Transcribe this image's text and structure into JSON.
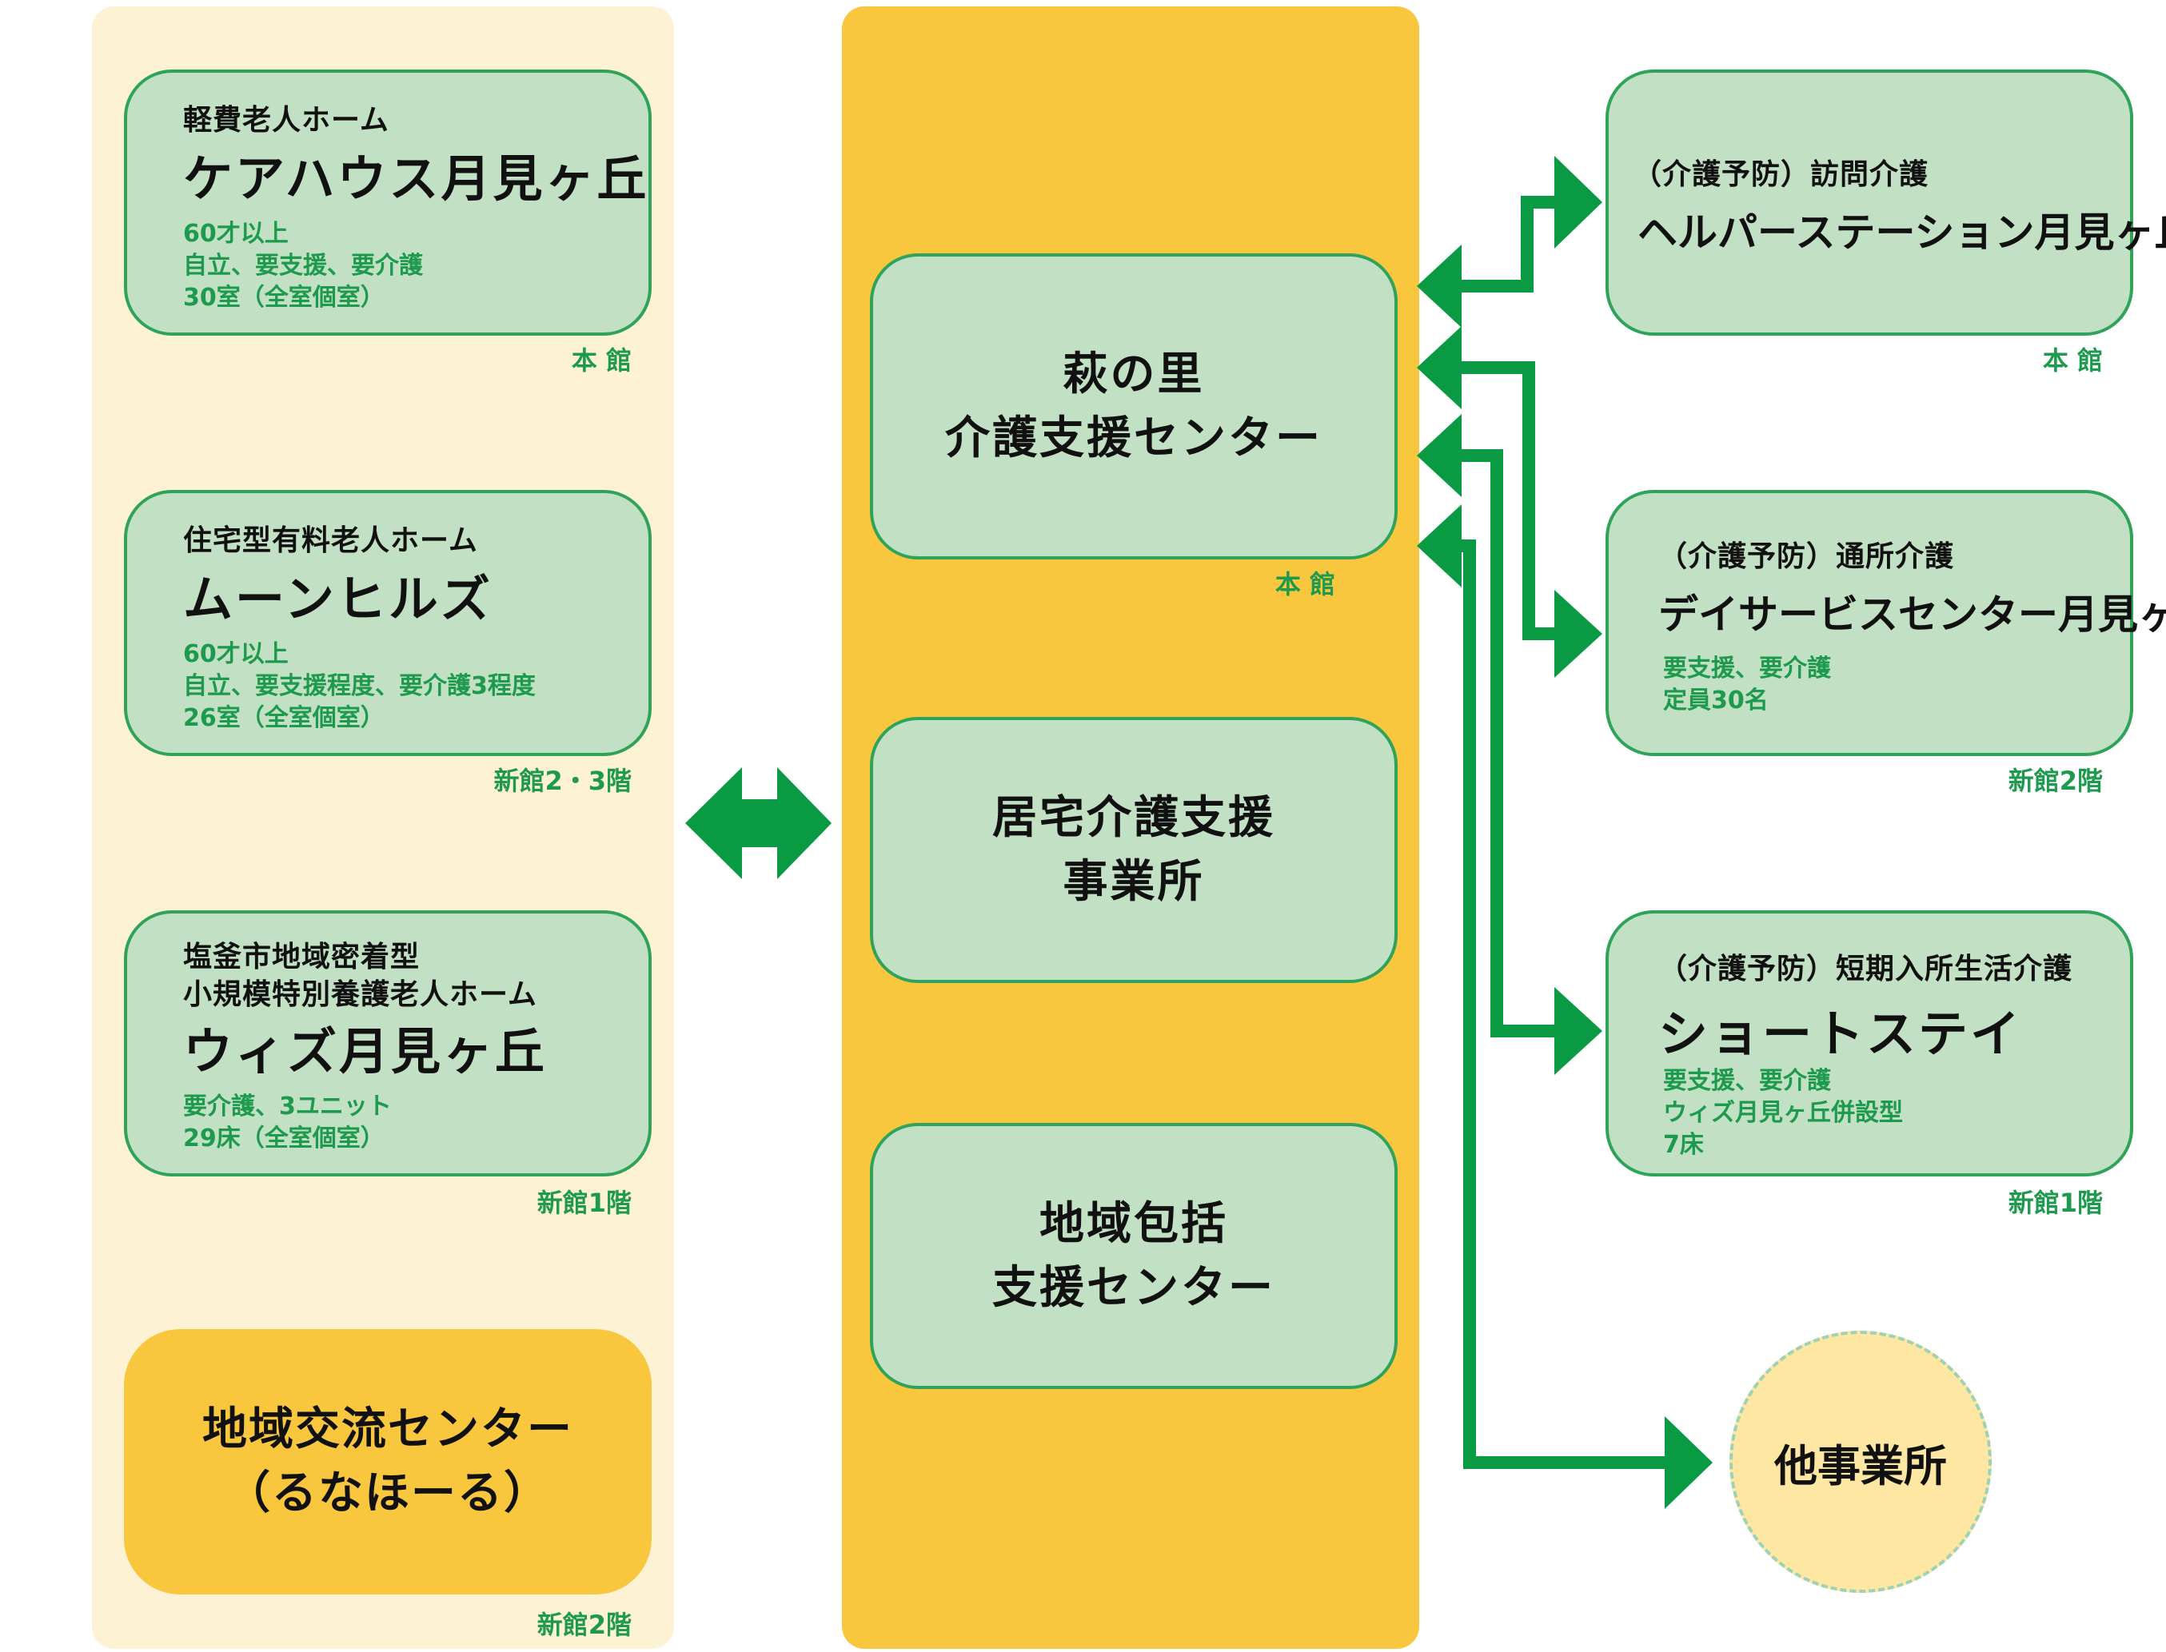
{
  "left_facilities": [
    {
      "subtitle_lines": [
        "軽費老人ホーム"
      ],
      "title": "ケアハウス月見ヶ丘",
      "details": [
        "60才以上",
        "自立、要支援、要介護",
        "30室（全室個室）"
      ],
      "floor": "本 館"
    },
    {
      "subtitle_lines": [
        "住宅型有料老人ホーム"
      ],
      "title": "ムーンヒルズ",
      "details": [
        "60才以上",
        "自立、要支援程度、要介護3程度",
        "26室（全室個室）"
      ],
      "floor": "新館2・3階"
    },
    {
      "subtitle_lines": [
        "塩釜市地域密着型",
        "小規模特別養護老人ホーム"
      ],
      "title": "ウィズ月見ヶ丘",
      "details": [
        "要介護、3ユニット",
        "29床（全室個室）"
      ],
      "floor": "新館1階"
    }
  ],
  "community_center": {
    "lines": [
      "地域交流センター",
      "（るなほーる）"
    ],
    "floor": "新館2階"
  },
  "center_offices": [
    {
      "lines": [
        "萩の里",
        "介護支援センター"
      ],
      "floor": "本 館"
    },
    {
      "lines": [
        "居宅介護支援",
        "事業所"
      ]
    },
    {
      "lines": [
        "地域包括",
        "支援センター"
      ]
    }
  ],
  "right_services": [
    {
      "subtitle": "（介護予防）訪問介護",
      "title": "ヘルパーステーション月見ヶ丘",
      "details": [],
      "floor": "本 館"
    },
    {
      "subtitle": "（介護予防）通所介護",
      "title": "デイサービスセンター月見ヶ丘",
      "details": [
        "要支援、要介護",
        "定員30名"
      ],
      "floor": "新館2階"
    },
    {
      "subtitle": "（介護予防）短期入所生活介護",
      "title": "ショートステイ",
      "details": [
        "要支援、要介護",
        "ウィズ月見ヶ丘併設型",
        "7床"
      ],
      "floor": "新館1階"
    }
  ],
  "other_offices": {
    "label": "他事業所"
  },
  "colors": {
    "box_fill": "#c2e0c3",
    "box_border": "#2fa35a",
    "arrow_green": "#0a9a44",
    "detail_text": "#1d9a4d",
    "left_panel": "#fdf2d3",
    "center_panel": "#f8c73e",
    "circle_fill": "#fde7a3"
  }
}
